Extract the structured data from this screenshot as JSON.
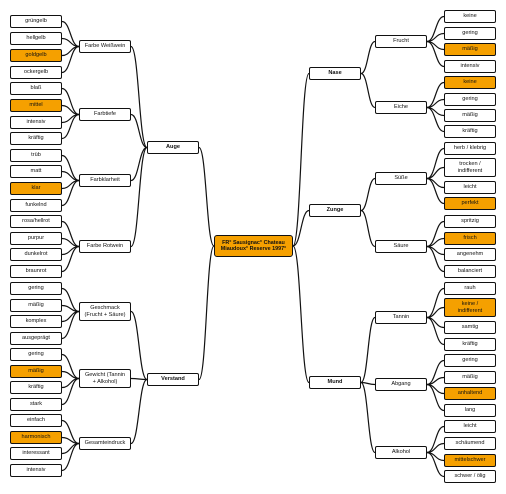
{
  "center": {
    "label": "FR° Sausignac° Chateau\nMiaudoux° Reserve 1997°"
  },
  "colors": {
    "highlight": "#f5a000",
    "line": "#111111",
    "box": "#ffffff"
  },
  "left": {
    "auge": {
      "label": "Auge",
      "groups": [
        {
          "label": "Farbe Weißwein",
          "items": [
            {
              "label": "grüngelb",
              "hl": false
            },
            {
              "label": "hellgelb",
              "hl": false
            },
            {
              "label": "goldgelb",
              "hl": true
            },
            {
              "label": "ockergelb",
              "hl": false
            }
          ]
        },
        {
          "label": "Farbtiefe",
          "items": [
            {
              "label": "blaß",
              "hl": false
            },
            {
              "label": "mittel",
              "hl": true
            },
            {
              "label": "intensiv",
              "hl": false
            },
            {
              "label": "kräftig",
              "hl": false
            }
          ]
        },
        {
          "label": "Farbklarheit",
          "items": [
            {
              "label": "trüb",
              "hl": false
            },
            {
              "label": "matt",
              "hl": false
            },
            {
              "label": "klar",
              "hl": true
            },
            {
              "label": "funkelnd",
              "hl": false
            }
          ]
        },
        {
          "label": "Farbe Rotwein",
          "items": [
            {
              "label": "rosa/hellrot",
              "hl": false
            },
            {
              "label": "purpur",
              "hl": false
            },
            {
              "label": "dunkelrot",
              "hl": false
            },
            {
              "label": "braunrot",
              "hl": false
            }
          ]
        }
      ]
    },
    "verstand": {
      "label": "Verstand",
      "groups": [
        {
          "label": "Geschmack\n(Frucht + Säure)",
          "items": [
            {
              "label": "gering",
              "hl": false
            },
            {
              "label": "mäßig",
              "hl": false
            },
            {
              "label": "komplex",
              "hl": false
            },
            {
              "label": "ausgeprägt",
              "hl": false
            }
          ]
        },
        {
          "label": "Gewicht (Tannin\n+ Alkohol)",
          "items": [
            {
              "label": "gering",
              "hl": false
            },
            {
              "label": "mäßig",
              "hl": true
            },
            {
              "label": "kräftig",
              "hl": false
            },
            {
              "label": "stark",
              "hl": false
            }
          ]
        },
        {
          "label": "Gesamteindruck",
          "items": [
            {
              "label": "einfach",
              "hl": false
            },
            {
              "label": "harmonisch",
              "hl": true
            },
            {
              "label": "interessant",
              "hl": false
            },
            {
              "label": "intensiv",
              "hl": false
            }
          ]
        }
      ]
    }
  },
  "right": {
    "nase": {
      "label": "Nase",
      "groups": [
        {
          "label": "Frucht",
          "items": [
            {
              "label": "keine",
              "hl": false
            },
            {
              "label": "gering",
              "hl": false
            },
            {
              "label": "mäßig",
              "hl": true
            },
            {
              "label": "intensiv",
              "hl": false
            }
          ]
        },
        {
          "label": "Eiche",
          "items": [
            {
              "label": "keine",
              "hl": true
            },
            {
              "label": "gering",
              "hl": false
            },
            {
              "label": "mäßig",
              "hl": false
            },
            {
              "label": "kräftig",
              "hl": false
            }
          ]
        }
      ]
    },
    "zunge": {
      "label": "Zunge",
      "groups": [
        {
          "label": "Süße",
          "items": [
            {
              "label": "herb / klebrig",
              "hl": false
            },
            {
              "label": "trocken /\nindifferent",
              "hl": false
            },
            {
              "label": "leicht",
              "hl": false
            },
            {
              "label": "perfekt",
              "hl": true
            }
          ]
        },
        {
          "label": "Säure",
          "items": [
            {
              "label": "spritzig",
              "hl": false
            },
            {
              "label": "frisch",
              "hl": true
            },
            {
              "label": "angenehm",
              "hl": false
            },
            {
              "label": "balanciert",
              "hl": false
            }
          ]
        }
      ]
    },
    "mund": {
      "label": "Mund",
      "groups": [
        {
          "label": "Tannin",
          "items": [
            {
              "label": "rauh",
              "hl": false
            },
            {
              "label": "keine /\nindifferent",
              "hl": true
            },
            {
              "label": "samtig",
              "hl": false
            },
            {
              "label": "kräftig",
              "hl": false
            }
          ]
        },
        {
          "label": "Abgang",
          "items": [
            {
              "label": "gering",
              "hl": false
            },
            {
              "label": "mäßig",
              "hl": false
            },
            {
              "label": "anhaltend",
              "hl": true
            },
            {
              "label": "lang",
              "hl": false
            }
          ]
        },
        {
          "label": "Alkohol",
          "items": [
            {
              "label": "leicht",
              "hl": false
            },
            {
              "label": "schäumend",
              "hl": false
            },
            {
              "label": "mittelschwer",
              "hl": true
            },
            {
              "label": "schwer / ölig",
              "hl": false
            }
          ]
        }
      ]
    }
  }
}
